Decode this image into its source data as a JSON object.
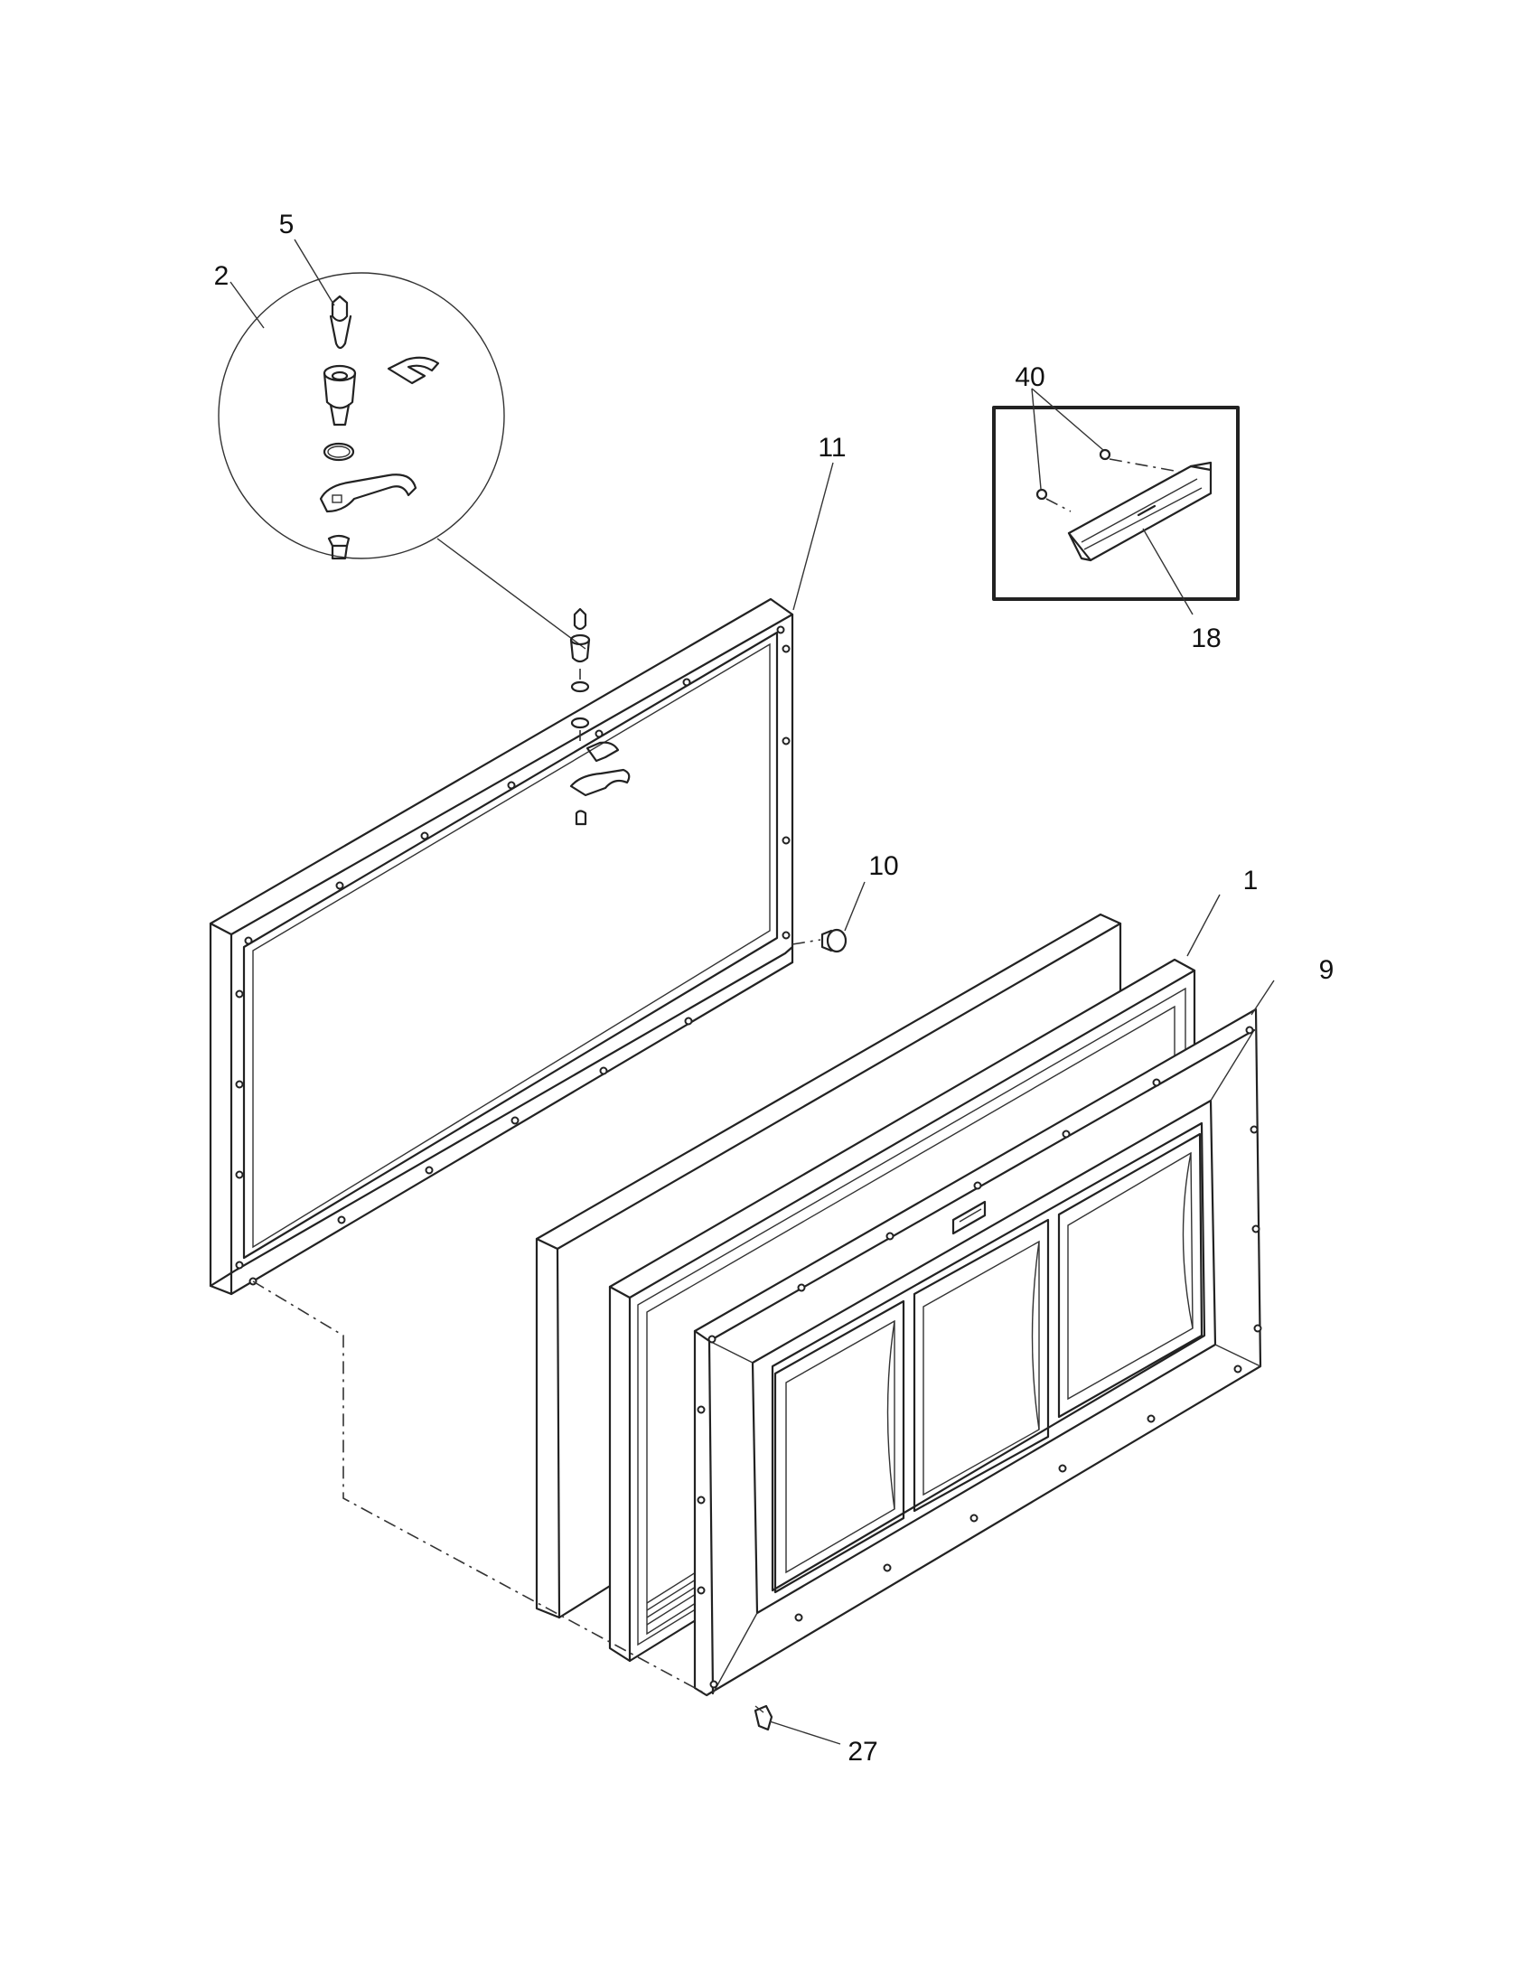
{
  "callouts": {
    "c5": "5",
    "c2": "2",
    "c11": "11",
    "c40": "40",
    "c18": "18",
    "c10": "10",
    "c1": "1",
    "c9": "9",
    "c27": "27"
  },
  "colors": {
    "line": "#222222",
    "background": "#ffffff"
  }
}
